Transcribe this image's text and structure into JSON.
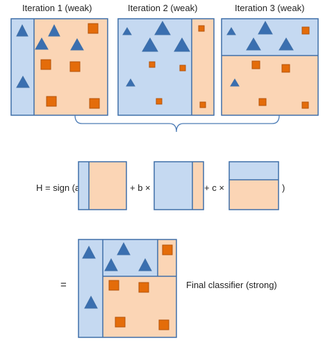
{
  "labels": {
    "iteration1": "Iteration 1 (weak)",
    "iteration2": "Iteration 2 (weak)",
    "iteration3": "Iteration 3 (weak)",
    "formula_prefix": "H = sign (a ×",
    "plus_b": "+ b ×",
    "plus_c": "+ c ×",
    "close_paren": ")",
    "equals": "=",
    "final": "Final classifier (strong)"
  },
  "colors": {
    "blue_region": "#c5d9f1",
    "orange_region": "#fbd5b5",
    "border": "#3f6fa8",
    "triangle": "#3a6fb0",
    "square": "#e46c0a",
    "square_border": "#b3530a",
    "brace": "#4a7ab5"
  }
}
